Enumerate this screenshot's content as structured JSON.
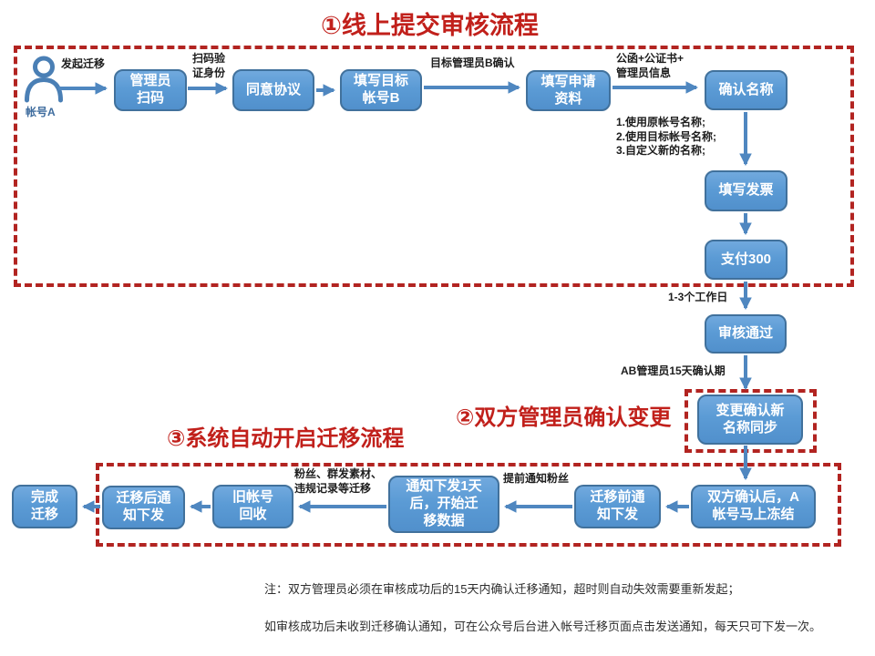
{
  "titles": {
    "section1": "①线上提交审核流程",
    "section2": "②双方管理员确认变更",
    "section3": "③系统自动开启迁移流程"
  },
  "actor": {
    "icon": "user-silhouette-icon",
    "label": "帐号A"
  },
  "nodes": {
    "admin_scan": "管理员\n扫码",
    "agree": "同意协议",
    "fill_target": "填写目标\n帐号B",
    "fill_apply": "填写申请\n资料",
    "confirm_name": "确认名称",
    "fill_invoice": "填写发票",
    "pay_300": "支付300",
    "audit_pass": "审核通过",
    "change_confirm": "变更确认新\n名称同步",
    "freeze": "双方确认后，A\n帐号马上冻结",
    "pre_notify": "迁移前通\n知下发",
    "start_migrate": "通知下发1天\n后，开始迁\n移数据",
    "recycle": "旧帐号\n回收",
    "post_notify": "迁移后通\n知下发",
    "done": "完成\n迁移"
  },
  "arrow_labels": {
    "initiate": "发起迁移",
    "scan_verify": "扫码验\n证身份",
    "target_confirm": "目标管理员B确认",
    "documents": "公函+公证书+\n管理员信息",
    "name_options": "1.使用原帐号名称;\n2.使用目标帐号名称;\n3.自定义新的名称;",
    "workdays": "1-3个工作日",
    "confirm_period": "AB管理员15天确认期",
    "advance_notice": "提前通知粉丝",
    "migrate_items": "粉丝、群发素材、\n违规记录等迁移"
  },
  "note": {
    "line1": "注：双方管理员必须在审核成功后的15天内确认迁移通知，超时则自动失效需要重新发起；",
    "line2": "如审核成功后未收到迁移确认通知，可在公众号后台进入帐号迁移页面点击发送通知，每天只可下发一次。"
  },
  "colors": {
    "node_fill": "#5b9bd5",
    "node_border": "#41719c",
    "arrow": "#4f87c0",
    "dashed_border": "#b22421",
    "title_red": "#c1201b",
    "label_text": "#1d1d1d",
    "node_text": "#ffffff"
  }
}
